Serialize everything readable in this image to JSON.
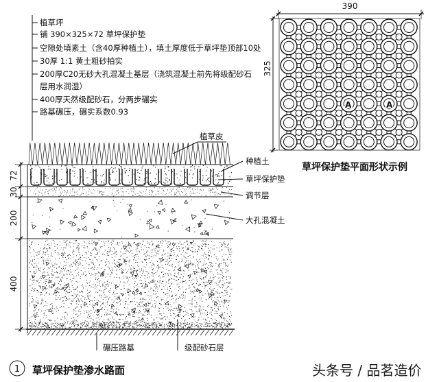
{
  "colors": {
    "ink": "#111111",
    "paper": "#ffffff",
    "watermark": "#1a1a1a"
  },
  "construction_notes": [
    "植草坪",
    "铺 390×325×72 草坪保护垫",
    "空隙处填素土（含40厚种植土），填土厚度低于草坪垫顶部10处",
    "30厚 1:1 黄土粗砂拍实",
    "200厚C20无砂大孔混凝土基层（浇筑混凝土前先将级配砂石",
    "层用水润湿）",
    "400厚天然级配砂石，分两步碾实",
    "路基碾压，碾实系数0.93"
  ],
  "layer_callouts": {
    "grass_sod": "植草皮",
    "planting_soil": "种植土",
    "grass_paver": "草坪保护垫",
    "leveling_layer": "调节层",
    "porous_concrete": "大孔混凝土",
    "compacted_subgrade": "碾压路基",
    "graded_gravel": "级配砂石层"
  },
  "section_dimensions": {
    "paver": "72",
    "leveling": "30",
    "concrete": "200",
    "gravel": "400"
  },
  "plan": {
    "width_dim": "390",
    "height_dim": "325",
    "section_mark_left": "A",
    "section_mark_right": "A",
    "caption": "草坪保护垫平面形状示例"
  },
  "title": {
    "number": "1",
    "text": "草坪保护垫渗水路面"
  },
  "watermark": "头条号 / 品茗造价"
}
